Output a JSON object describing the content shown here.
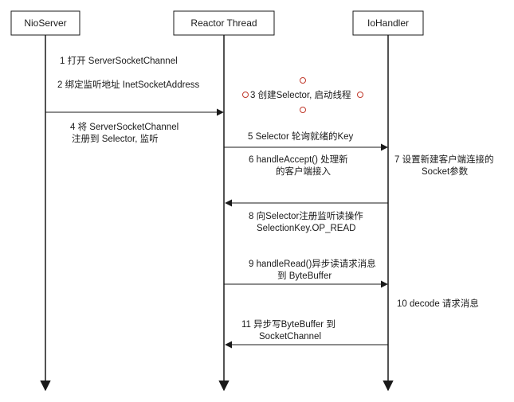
{
  "participants": [
    {
      "id": "nio",
      "label": "NioServer"
    },
    {
      "id": "reactor",
      "label": "Reactor Thread"
    },
    {
      "id": "io",
      "label": "IoHandler"
    }
  ],
  "messages": [
    {
      "id": "m1",
      "lines": [
        "1 打开 ServerSocketChannel"
      ]
    },
    {
      "id": "m2",
      "lines": [
        "2 绑定监听地址 InetSocketAddress"
      ]
    },
    {
      "id": "m3",
      "lines": [
        "3 创建Selector, 启动线程"
      ]
    },
    {
      "id": "m4",
      "lines": [
        "4 将 ServerSocketChannel",
        "注册到 Selector, 监听"
      ]
    },
    {
      "id": "m5",
      "lines": [
        "5 Selector 轮询就绪的Key"
      ]
    },
    {
      "id": "m6",
      "lines": [
        "6 handleAccept() 处理新",
        "的客户端接入"
      ]
    },
    {
      "id": "m7",
      "lines": [
        "7 设置新建客户端连接的",
        "Socket参数"
      ]
    },
    {
      "id": "m8",
      "lines": [
        "8 向Selector注册监听读操作",
        "SelectionKey.OP_READ"
      ]
    },
    {
      "id": "m9",
      "lines": [
        "9 handleRead()异步读请求消息",
        "到 ByteBuffer"
      ]
    },
    {
      "id": "m10",
      "lines": [
        "10 decode 请求消息"
      ]
    },
    {
      "id": "m11",
      "lines": [
        "11 异步写ByteBuffer 到",
        "SocketChannel"
      ]
    }
  ]
}
